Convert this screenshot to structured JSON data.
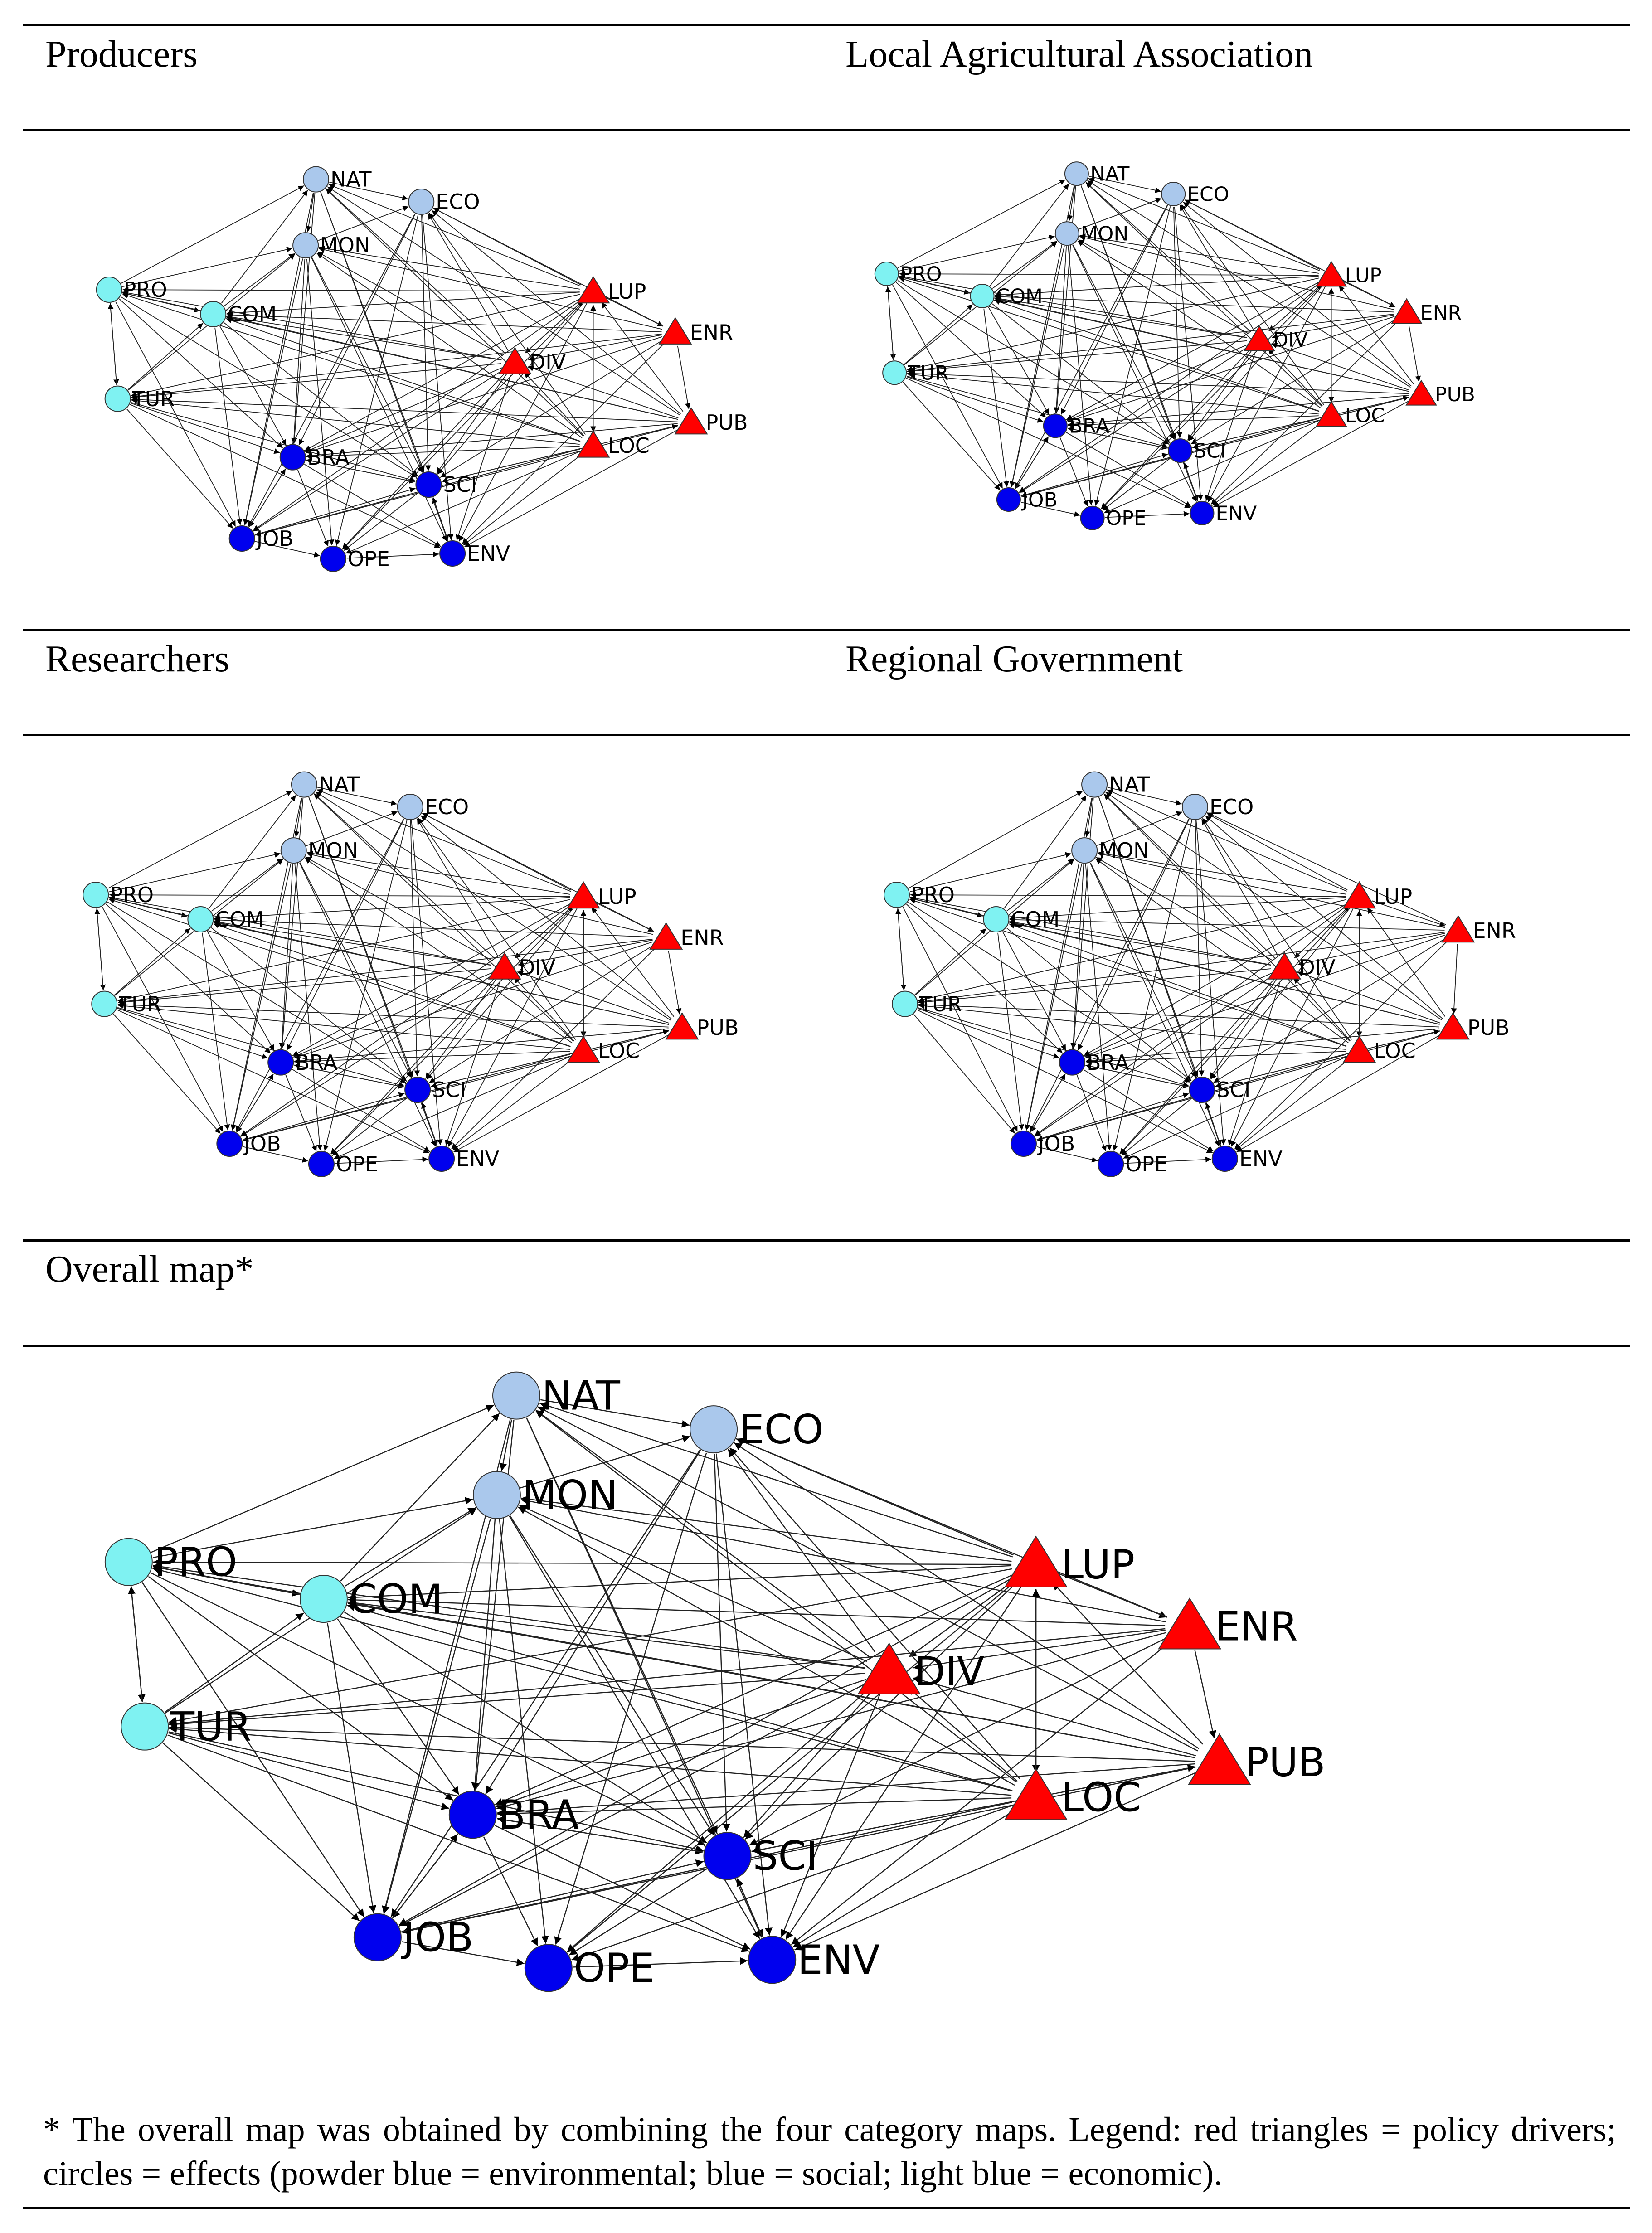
{
  "headings": {
    "producers": "Producers",
    "association": "Local Agricultural Association",
    "researchers": "Researchers",
    "government": "Regional Government",
    "overall": "Overall map*"
  },
  "footnote": "* The overall map was obtained by combining the four category maps. Legend: red triangles = policy drivers; circles = effects (powder blue = environmental; blue = social; light blue = economic).",
  "legend": {
    "driver_shape": "triangle",
    "driver_color": "#ff0000",
    "environmental_color": "#aac8ec",
    "social_color": "#0000ee",
    "economic_color": "#7ff2f2"
  },
  "nodes": [
    {
      "id": "NAT",
      "group": "environmental"
    },
    {
      "id": "ECO",
      "group": "environmental"
    },
    {
      "id": "MON",
      "group": "environmental"
    },
    {
      "id": "PRO",
      "group": "economic"
    },
    {
      "id": "COM",
      "group": "economic"
    },
    {
      "id": "TUR",
      "group": "economic"
    },
    {
      "id": "BRA",
      "group": "social"
    },
    {
      "id": "SCI",
      "group": "social"
    },
    {
      "id": "JOB",
      "group": "social"
    },
    {
      "id": "OPE",
      "group": "social"
    },
    {
      "id": "ENV",
      "group": "social"
    },
    {
      "id": "LUP",
      "group": "driver"
    },
    {
      "id": "ENR",
      "group": "driver"
    },
    {
      "id": "DIV",
      "group": "driver"
    },
    {
      "id": "PUB",
      "group": "driver"
    },
    {
      "id": "LOC",
      "group": "driver"
    }
  ],
  "edges": [
    [
      "LUP",
      "NAT"
    ],
    [
      "LUP",
      "ECO"
    ],
    [
      "LUP",
      "MON"
    ],
    [
      "LUP",
      "PRO"
    ],
    [
      "LUP",
      "COM"
    ],
    [
      "LUP",
      "TUR"
    ],
    [
      "LUP",
      "BRA"
    ],
    [
      "LUP",
      "SCI"
    ],
    [
      "LUP",
      "JOB"
    ],
    [
      "LUP",
      "OPE"
    ],
    [
      "LUP",
      "ENV"
    ],
    [
      "LUP",
      "ENR"
    ],
    [
      "LUP",
      "LOC"
    ],
    [
      "LUP",
      "DIV"
    ],
    [
      "DIV",
      "NAT"
    ],
    [
      "DIV",
      "ECO"
    ],
    [
      "DIV",
      "MON"
    ],
    [
      "DIV",
      "PRO"
    ],
    [
      "DIV",
      "COM"
    ],
    [
      "DIV",
      "TUR"
    ],
    [
      "DIV",
      "BRA"
    ],
    [
      "DIV",
      "SCI"
    ],
    [
      "DIV",
      "JOB"
    ],
    [
      "DIV",
      "OPE"
    ],
    [
      "DIV",
      "ENV"
    ],
    [
      "DIV",
      "LUP"
    ],
    [
      "ENR",
      "ECO"
    ],
    [
      "ENR",
      "MON"
    ],
    [
      "ENR",
      "COM"
    ],
    [
      "ENR",
      "TUR"
    ],
    [
      "ENR",
      "BRA"
    ],
    [
      "ENR",
      "SCI"
    ],
    [
      "ENR",
      "ENV"
    ],
    [
      "ENR",
      "PUB"
    ],
    [
      "ENR",
      "DIV"
    ],
    [
      "PUB",
      "NAT"
    ],
    [
      "PUB",
      "ECO"
    ],
    [
      "PUB",
      "PRO"
    ],
    [
      "PUB",
      "COM"
    ],
    [
      "PUB",
      "TUR"
    ],
    [
      "PUB",
      "BRA"
    ],
    [
      "PUB",
      "SCI"
    ],
    [
      "PUB",
      "JOB"
    ],
    [
      "PUB",
      "ENV"
    ],
    [
      "PUB",
      "LUP"
    ],
    [
      "PUB",
      "DIV"
    ],
    [
      "LOC",
      "NAT"
    ],
    [
      "LOC",
      "ECO"
    ],
    [
      "LOC",
      "MON"
    ],
    [
      "LOC",
      "PRO"
    ],
    [
      "LOC",
      "COM"
    ],
    [
      "LOC",
      "TUR"
    ],
    [
      "LOC",
      "BRA"
    ],
    [
      "LOC",
      "SCI"
    ],
    [
      "LOC",
      "JOB"
    ],
    [
      "LOC",
      "OPE"
    ],
    [
      "LOC",
      "ENV"
    ],
    [
      "LOC",
      "LUP"
    ],
    [
      "LOC",
      "PUB"
    ],
    [
      "LOC",
      "DIV"
    ],
    [
      "PRO",
      "TUR"
    ],
    [
      "TUR",
      "PRO"
    ],
    [
      "PRO",
      "COM"
    ],
    [
      "COM",
      "PRO"
    ],
    [
      "PRO",
      "NAT"
    ],
    [
      "PRO",
      "MON"
    ],
    [
      "PRO",
      "BRA"
    ],
    [
      "PRO",
      "JOB"
    ],
    [
      "PRO",
      "SCI"
    ],
    [
      "COM",
      "MON"
    ],
    [
      "COM",
      "NAT"
    ],
    [
      "COM",
      "BRA"
    ],
    [
      "COM",
      "JOB"
    ],
    [
      "COM",
      "SCI"
    ],
    [
      "TUR",
      "COM"
    ],
    [
      "TUR",
      "BRA"
    ],
    [
      "TUR",
      "JOB"
    ],
    [
      "TUR",
      "SCI"
    ],
    [
      "TUR",
      "ENV"
    ],
    [
      "TUR",
      "MON"
    ],
    [
      "NAT",
      "MON"
    ],
    [
      "NAT",
      "ECO"
    ],
    [
      "NAT",
      "BRA"
    ],
    [
      "NAT",
      "SCI"
    ],
    [
      "NAT",
      "JOB"
    ],
    [
      "NAT",
      "ENV"
    ],
    [
      "MON",
      "ECO"
    ],
    [
      "MON",
      "BRA"
    ],
    [
      "MON",
      "JOB"
    ],
    [
      "MON",
      "SCI"
    ],
    [
      "MON",
      "OPE"
    ],
    [
      "MON",
      "ENV"
    ],
    [
      "ECO",
      "BRA"
    ],
    [
      "ECO",
      "SCI"
    ],
    [
      "ECO",
      "JOB"
    ],
    [
      "ECO",
      "ENV"
    ],
    [
      "ECO",
      "OPE"
    ],
    [
      "BRA",
      "JOB"
    ],
    [
      "BRA",
      "OPE"
    ],
    [
      "BRA",
      "SCI"
    ],
    [
      "BRA",
      "ENV"
    ],
    [
      "JOB",
      "BRA"
    ],
    [
      "JOB",
      "OPE"
    ],
    [
      "JOB",
      "SCI"
    ],
    [
      "SCI",
      "ENV"
    ],
    [
      "SCI",
      "OPE"
    ],
    [
      "OPE",
      "ENV"
    ],
    [
      "ENV",
      "SCI"
    ],
    [
      "SCI",
      "BRA"
    ]
  ]
}
